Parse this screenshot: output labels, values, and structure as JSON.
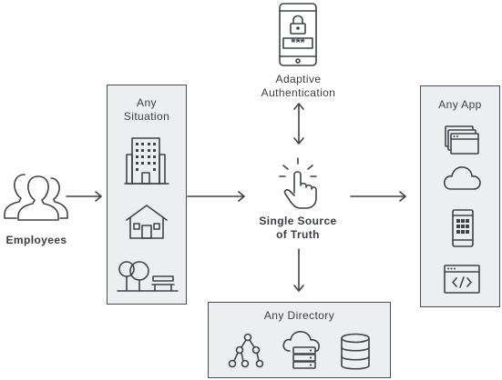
{
  "nodes": {
    "employees": {
      "label": "Employees",
      "icon": "employees-group-icon"
    },
    "situation": {
      "label_line1": "Any",
      "label_line2": "Situation",
      "icons": [
        "office-building-icon",
        "house-icon",
        "park-bench-icon"
      ]
    },
    "hub": {
      "label_line1": "Single Source",
      "label_line2": "of Truth",
      "icon": "touch-hand-icon"
    },
    "auth": {
      "label_line1": "Adaptive",
      "label_line2": "Authentication",
      "icon": "locked-phone-icon",
      "password_mask": "***"
    },
    "app": {
      "label": "Any App",
      "icons": [
        "browser-windows-icon",
        "cloud-icon",
        "mobile-app-grid-icon",
        "code-window-icon"
      ]
    },
    "directory": {
      "label": "Any Directory",
      "icons": [
        "hierarchy-tree-icon",
        "cloud-server-icon",
        "database-icon"
      ]
    }
  },
  "colors": {
    "panel_fill": "#edeef0",
    "stroke": "#3f4348"
  }
}
